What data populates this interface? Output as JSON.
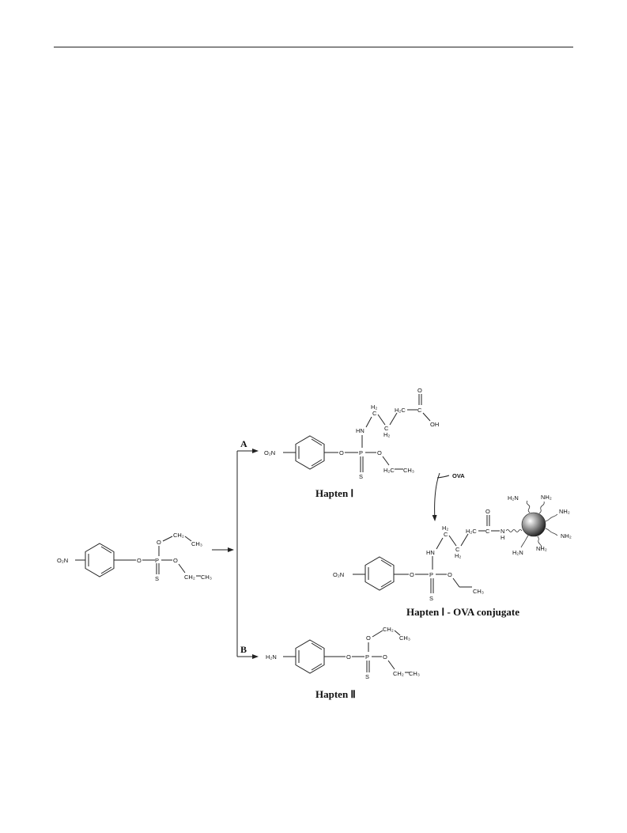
{
  "scheme": {
    "start": {
      "o2n": "O₂N",
      "o": "O",
      "p": "P",
      "s": "S",
      "ch2": "CH₂",
      "ch3": "CH₃"
    },
    "routes": {
      "a": "A",
      "b": "B"
    },
    "hapten1": {
      "caption": "Hapten Ⅰ",
      "o2n": "O₂N",
      "o": "O",
      "p": "P",
      "s": "S",
      "hn": "HN",
      "h2": "H₂",
      "c": "C",
      "h2c": "H₂C",
      "oh": "OH",
      "ch2": "H₂C",
      "ch3": "CH₃"
    },
    "reagent": "OVA",
    "conjugate": {
      "caption": "Hapten Ⅰ - OVA conjugate",
      "nh2": "NH₂",
      "h2n": "H₂N",
      "nh": "N",
      "h": "H",
      "co": "C",
      "o": "O"
    },
    "hapten2": {
      "caption": "Hapten Ⅱ",
      "h2n": "H₂N",
      "o": "O",
      "p": "P",
      "s": "S",
      "ch2": "CH₂",
      "ch3": "CH₃"
    }
  }
}
